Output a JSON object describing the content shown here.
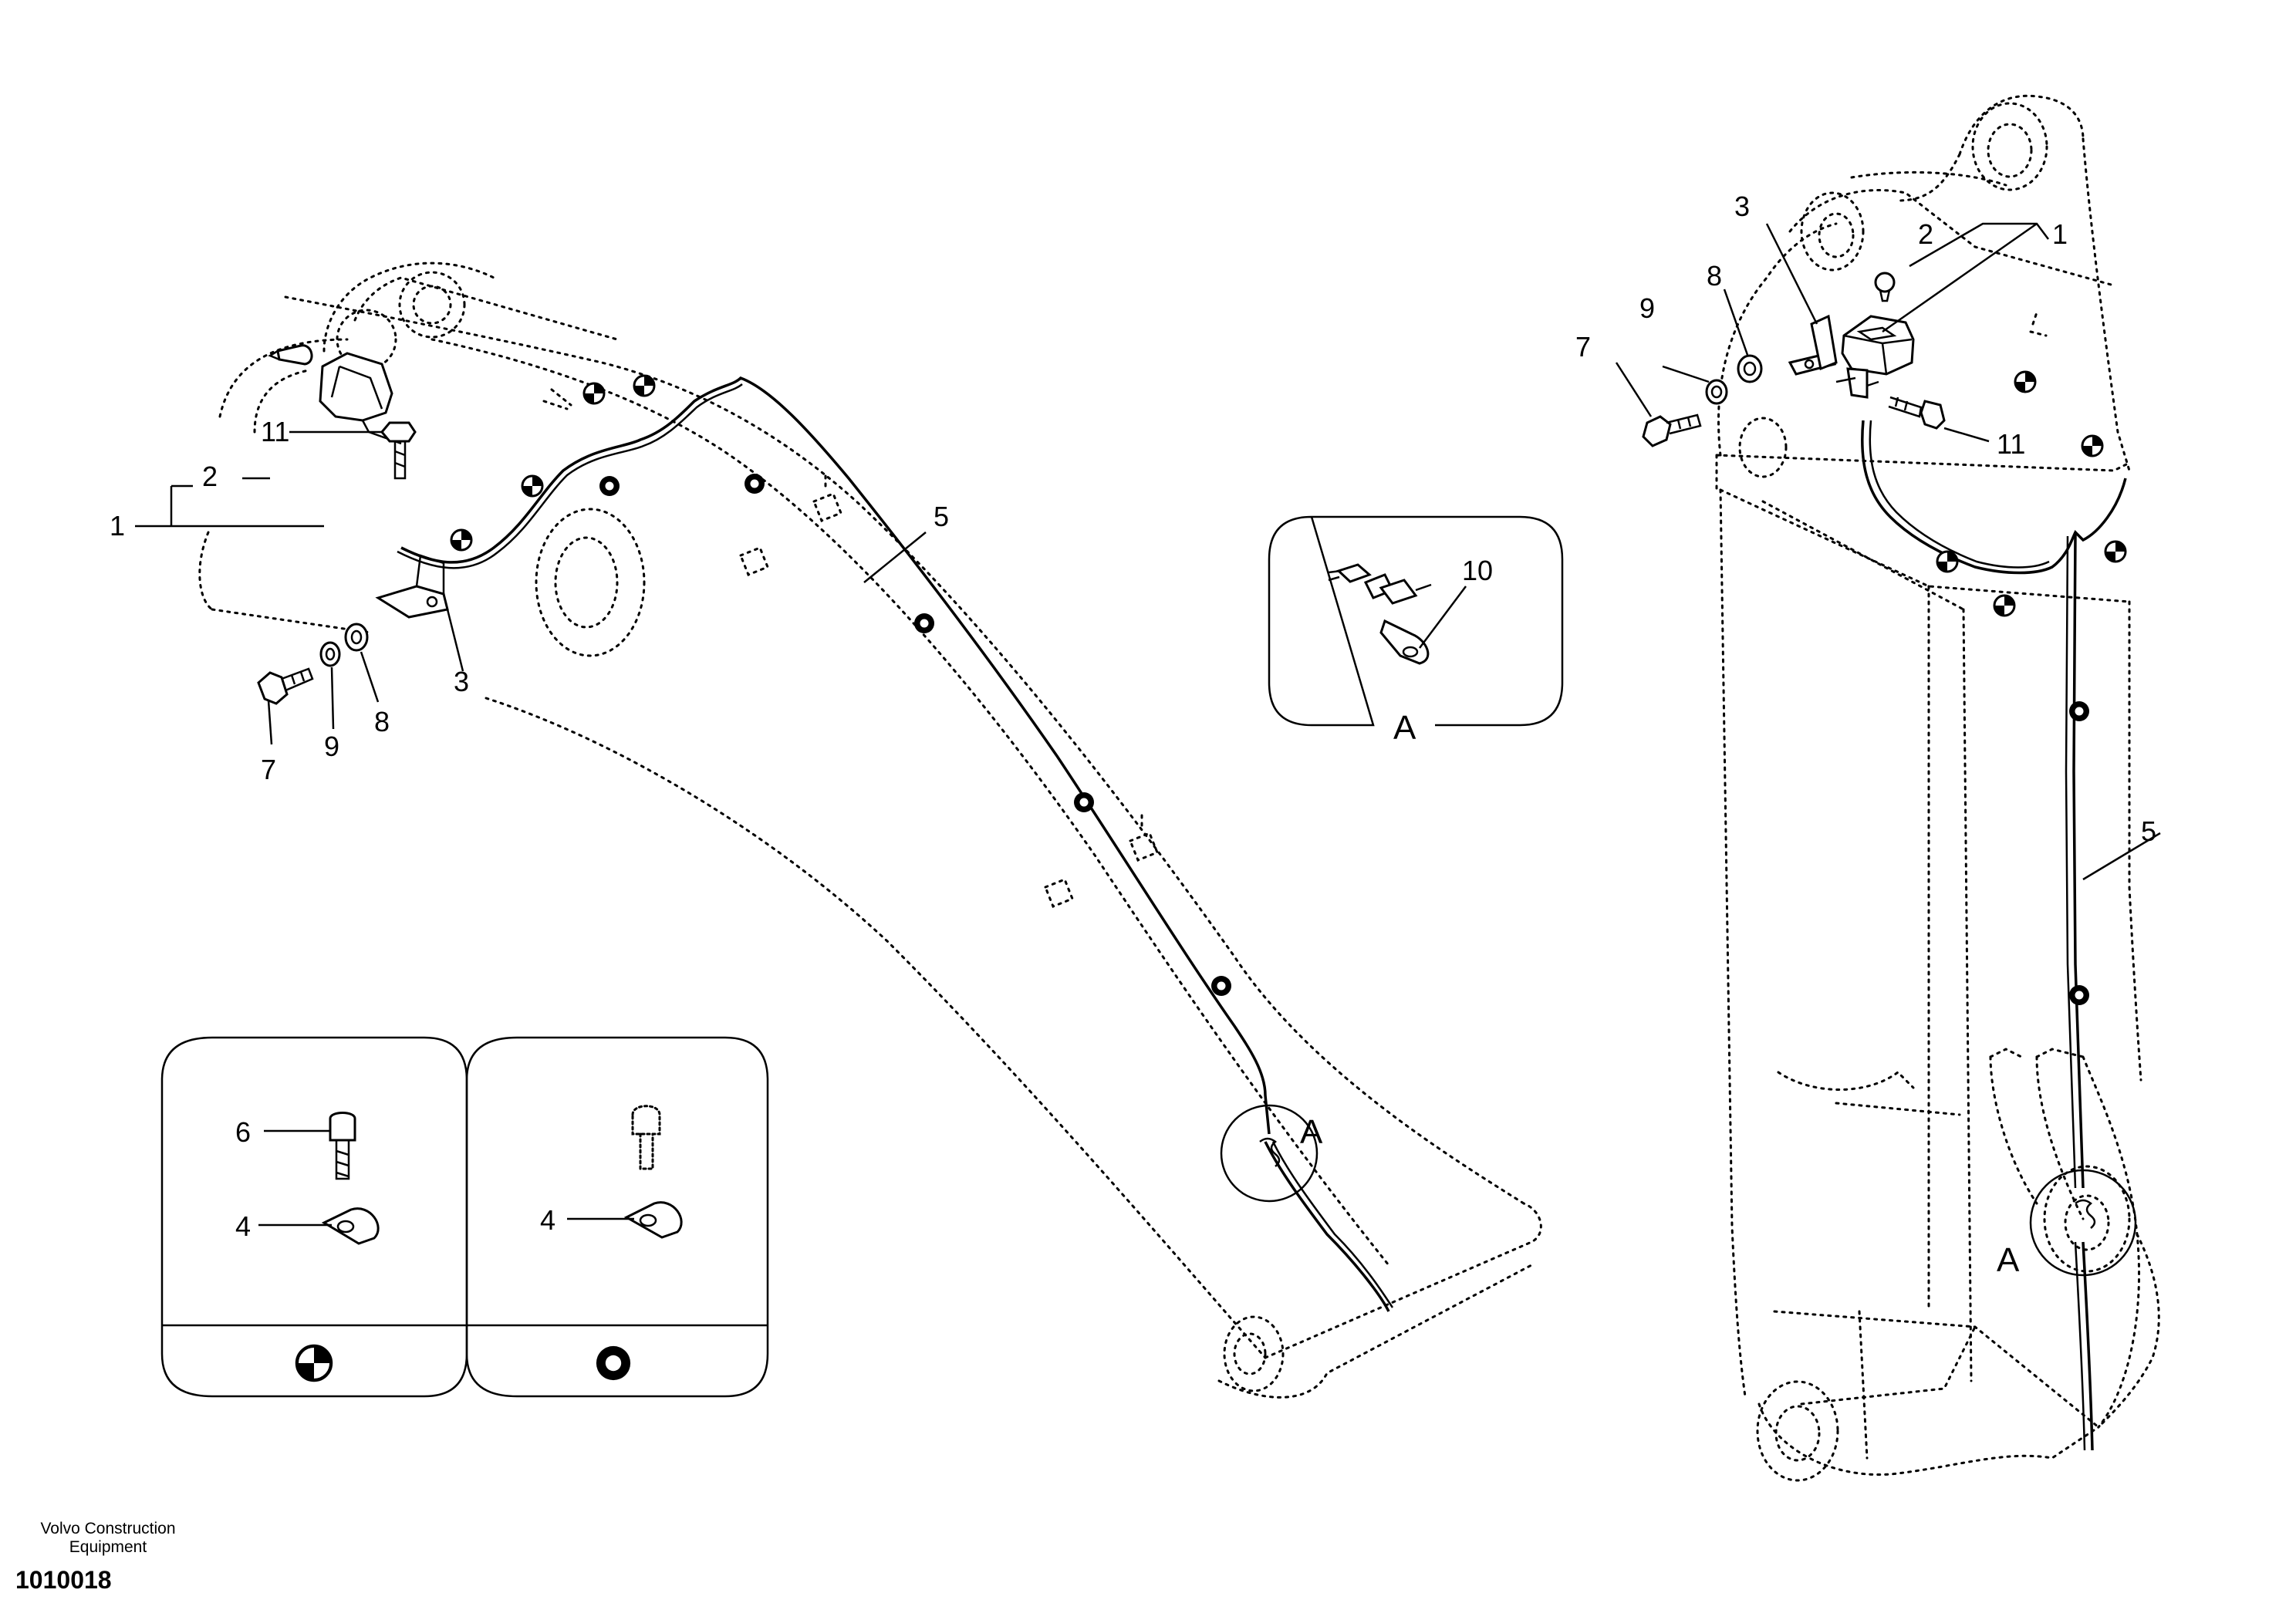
{
  "left_view": {
    "callouts": {
      "c1": "1",
      "c2": "2",
      "c3": "3",
      "c5": "5",
      "c7": "7",
      "c8": "8",
      "c9": "9",
      "c11": "11"
    },
    "detail_ref": "A"
  },
  "right_view": {
    "callouts": {
      "c1": "1",
      "c2": "2",
      "c3": "3",
      "c5": "5",
      "c7": "7",
      "c8": "8",
      "c9": "9",
      "c11": "11"
    },
    "detail_ref": "A"
  },
  "detail_a": {
    "callout": "10",
    "label": "A"
  },
  "legend": {
    "panel_1": {
      "c6": "6",
      "c4": "4",
      "symbol": "mark-half-filled-icon"
    },
    "panel_2": {
      "c4": "4",
      "symbol": "mark-ring-icon"
    }
  },
  "footer": {
    "brand_line_1": "Volvo Construction",
    "brand_line_2": "Equipment",
    "doc_number": "1010018"
  }
}
